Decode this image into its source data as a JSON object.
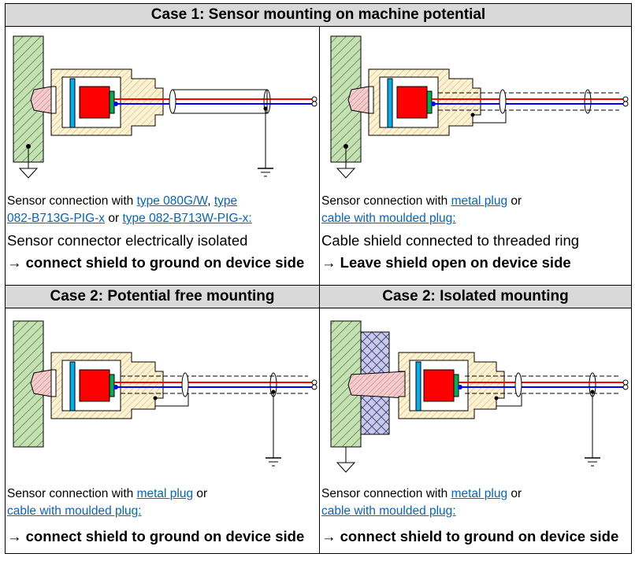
{
  "case1": {
    "title": "Case 1: Sensor mounting on machine potential",
    "left": {
      "line1_prefix": "Sensor connection with ",
      "link1": "type 080G/W",
      "sep1": ", ",
      "link2a": "type",
      "link2b": "082-B713G-PIG-x",
      "sep2": " or ",
      "link3": "type 082-B713W-PIG-x:",
      "statement": "Sensor connector electrically isolated",
      "action": "→ connect shield to ground on device side"
    },
    "right": {
      "line1_prefix": "Sensor connection with ",
      "link1": "metal plug",
      "sep1": " or",
      "link2": "cable with moulded plug:",
      "statement": "Cable shield connected to threaded ring",
      "action": "→ Leave shield open on device side"
    }
  },
  "case2_left": {
    "title": "Case 2: Potential free mounting",
    "line1_prefix": "Sensor connection with ",
    "link1": "metal plug",
    "sep1": " or",
    "link2": "cable with moulded plug:",
    "action": "→ connect shield to ground on device side"
  },
  "case2_right": {
    "title": "Case 2: Isolated mounting",
    "line1_prefix": "Sensor connection with ",
    "link1": "metal plug",
    "sep1": " or",
    "link2": "cable with moulded plug:",
    "action": "→ connect shield to ground on device side"
  },
  "colors": {
    "header_bg": "#d9d9d9",
    "link": "#0563c1",
    "wall_green": "#c6e0b4",
    "body_yellow": "#fff2cc",
    "core_red": "#ff0000",
    "wire_blue": "#0000ff",
    "insulator_blue": "#8eaadb"
  },
  "diagram_icons": [
    "machine-wall-icon",
    "sensor-body-icon",
    "cable-icon",
    "ground-symbol-icon"
  ]
}
